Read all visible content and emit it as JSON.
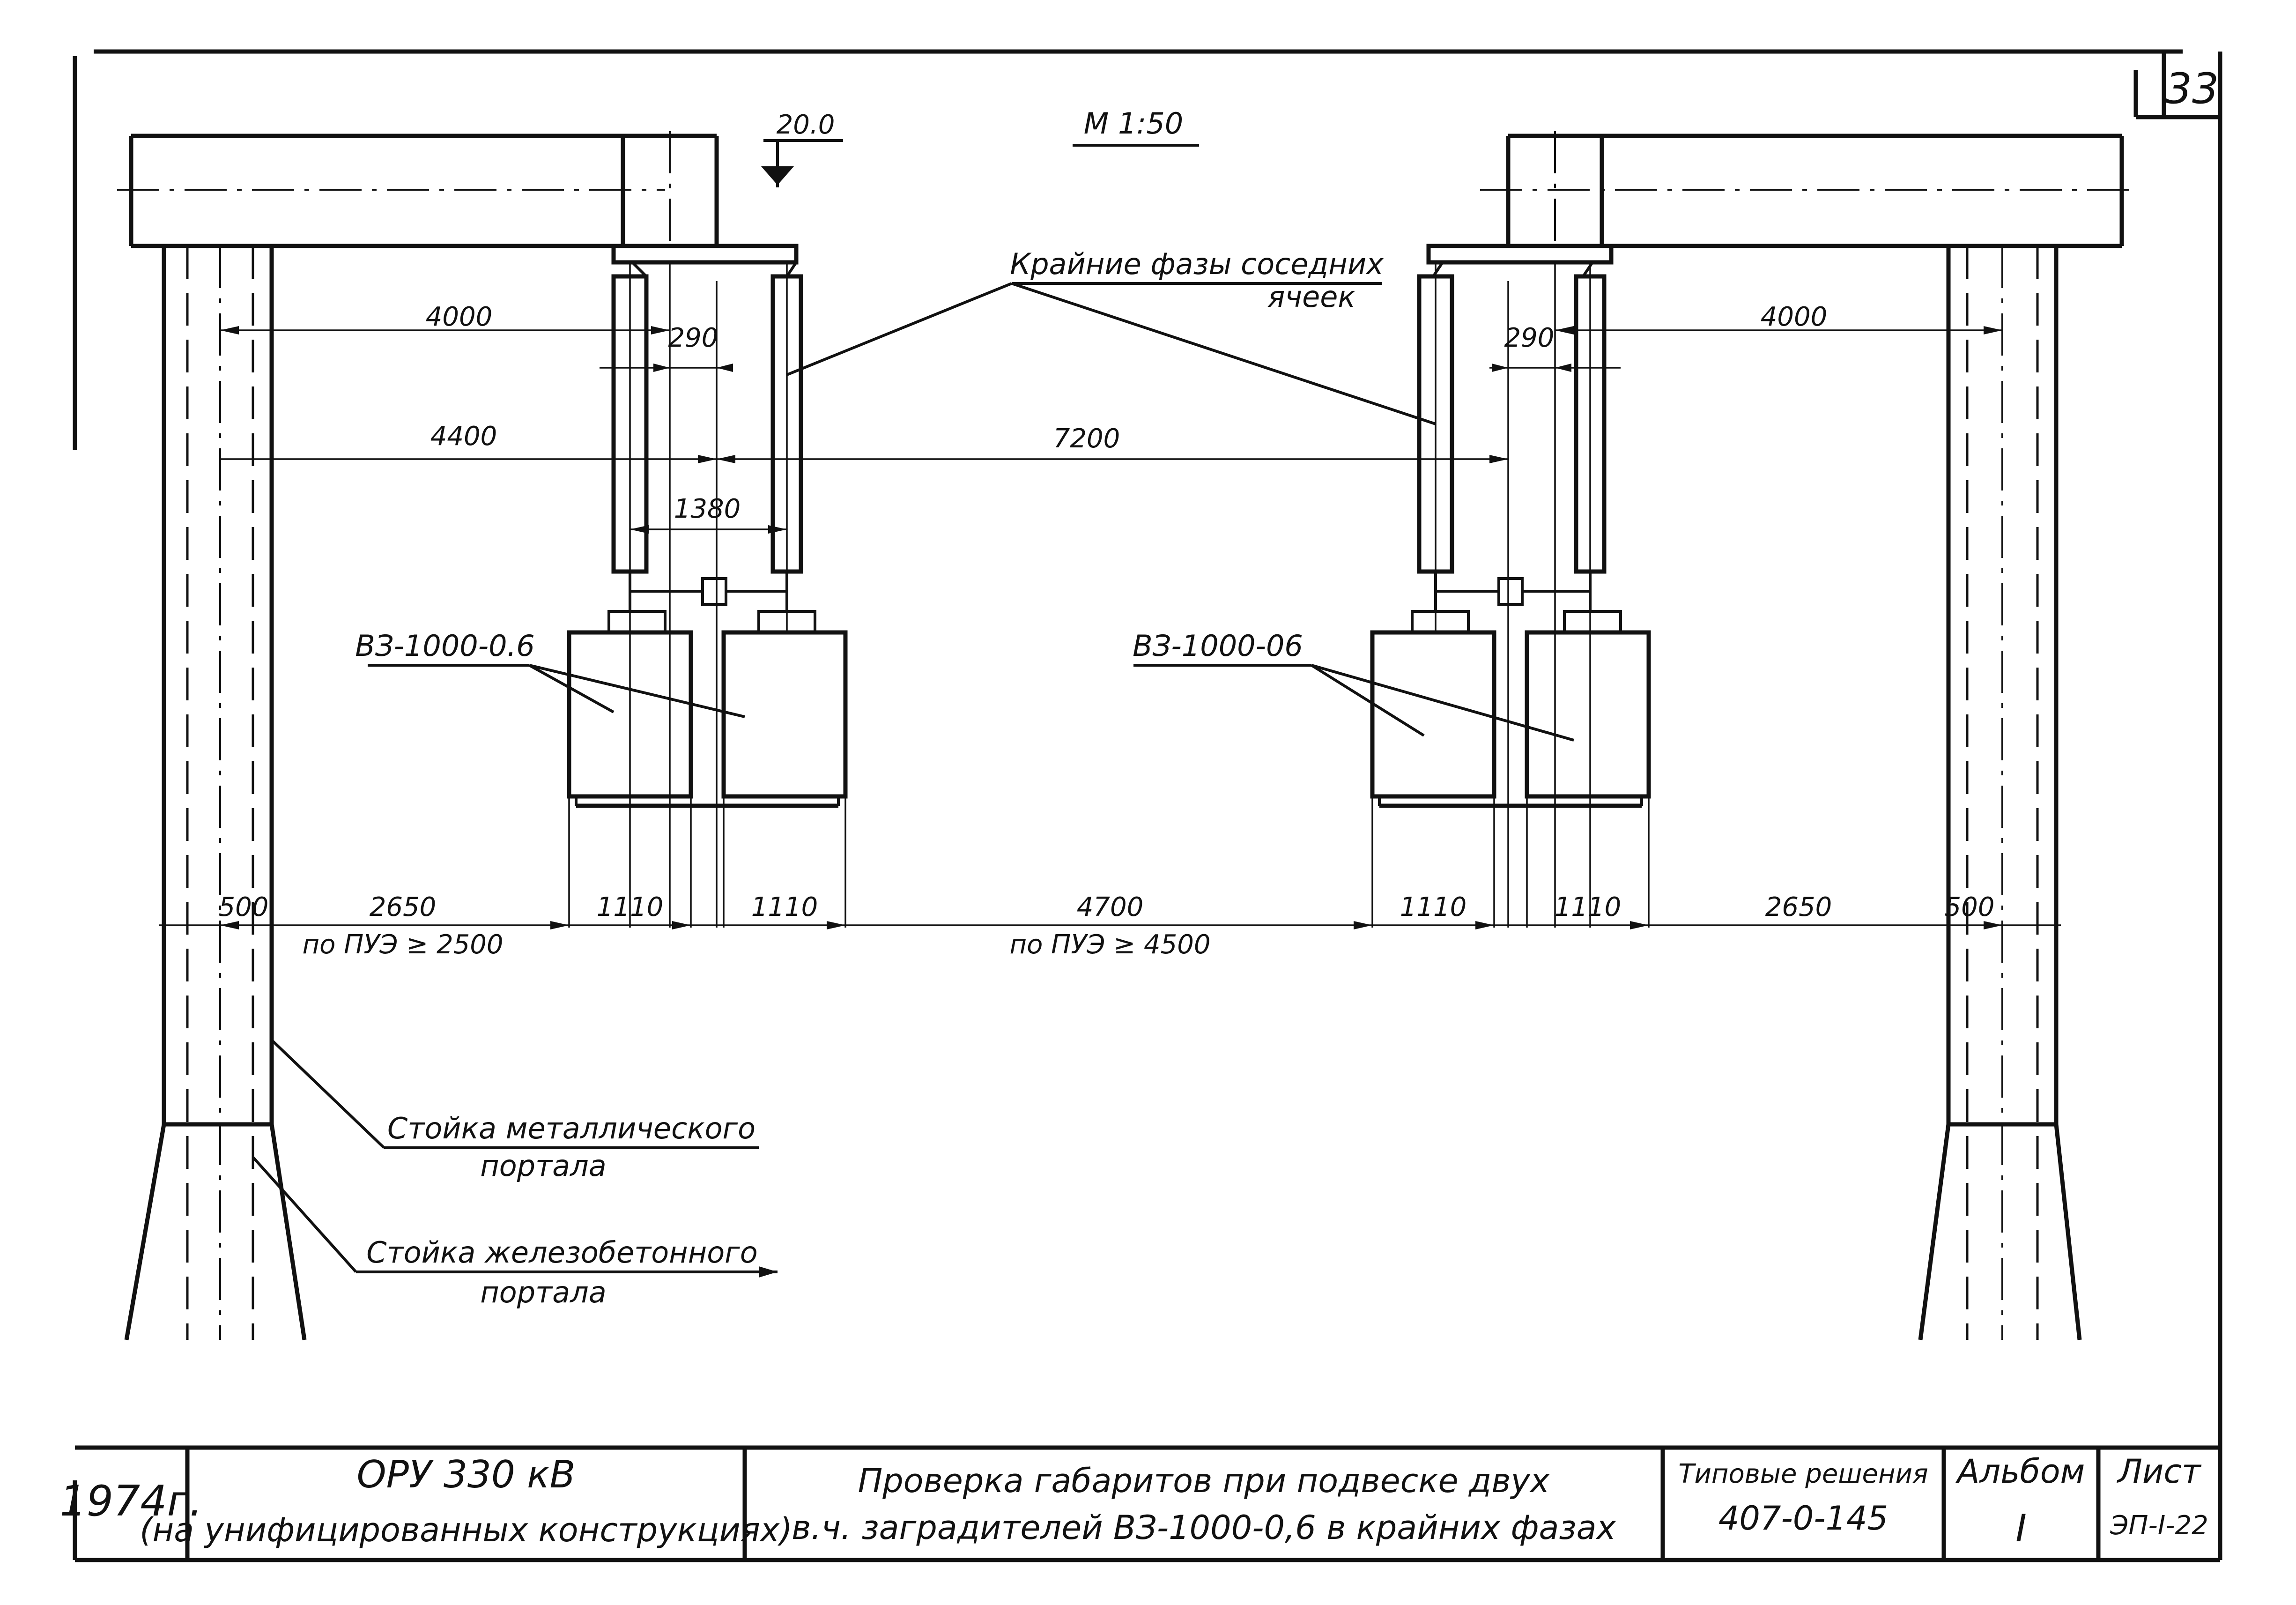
{
  "sheet_number": "33",
  "scale": "М 1:50",
  "level_mark": "20.0",
  "labels": {
    "outer_phases_line1": "Крайние фазы соседних",
    "outer_phases_line2": "ячеек",
    "trap_left": "ВЗ-1000-0.6",
    "trap_right": "ВЗ-1000-06",
    "metal_post_line1": "Стойка металлического",
    "metal_post_line2": "портала",
    "concrete_post_line1": "Стойка железобетонного",
    "concrete_post_line2": "портала"
  },
  "dimensions": {
    "d4000_left": "4000",
    "d4000_right": "4000",
    "d290_left": "290",
    "d290_right": "290",
    "d4400": "4400",
    "d7200": "7200",
    "d1380": "1380",
    "d500_left": "500",
    "d500_right": "500",
    "d2650_left": "2650",
    "d2650_right": "2650",
    "d1110_a": "1110",
    "d1110_b": "1110",
    "d1110_c": "1110",
    "d1110_d": "1110",
    "d4700": "4700",
    "pue_2500": "по ПУЭ ≥ 2500",
    "pue_4500": "по ПУЭ ≥ 4500"
  },
  "title_block": {
    "year": "1974г.",
    "object_line1": "ОРУ 330 кВ",
    "object_line2": "(на унифицированных конструкциях)",
    "title_line1": "Проверка габаритов при подвеске двух",
    "title_line2": "в.ч. заградителей ВЗ-1000-0,6 в крайних фазах",
    "project_label": "Типовые решения",
    "project_code": "407-0-145",
    "album_label": "Альбом",
    "album_value": "I",
    "sheet_label": "Лист",
    "sheet_code": "ЭП-I-22"
  }
}
